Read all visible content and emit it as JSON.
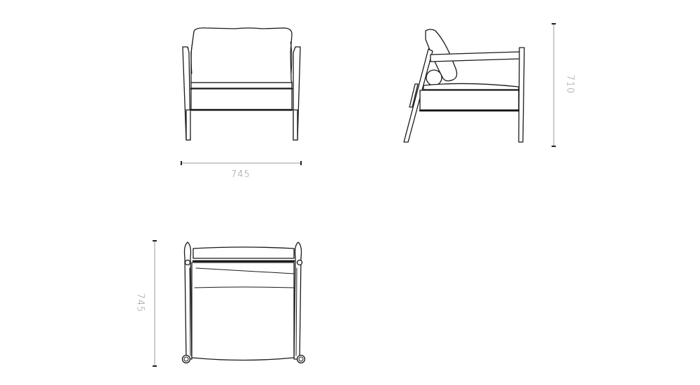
{
  "drawing": {
    "subject": "Armchair orthographic views",
    "views": [
      {
        "id": "front",
        "label": "front-view"
      },
      {
        "id": "side",
        "label": "side-view"
      },
      {
        "id": "top",
        "label": "top-view"
      }
    ],
    "dimensions": {
      "front_width": {
        "value": "745",
        "orientation": "horizontal"
      },
      "side_height": {
        "value": "710",
        "orientation": "vertical"
      },
      "top_depth": {
        "value": "745",
        "orientation": "vertical"
      }
    },
    "colors": {
      "line": "#1a1a1a",
      "dimension_line": "#9a9a9a",
      "dimension_text": "#8a8a8a",
      "background": "#ffffff"
    }
  }
}
